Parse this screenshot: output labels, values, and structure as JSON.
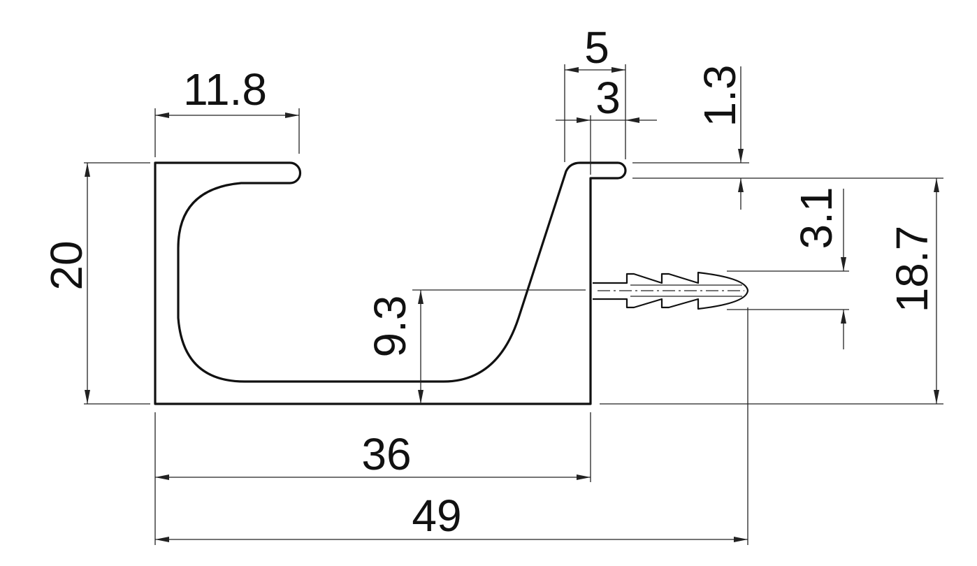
{
  "drawing": {
    "title": "Aluminium handle profile cross-section",
    "line_color": "#111111",
    "background": "#ffffff",
    "dimensions": {
      "top_lip_width": "11.8",
      "right_lip_total": "5",
      "right_lip_inner": "3",
      "lip_thickness": "1.3",
      "overall_height": "20",
      "inner_depth": "9.3",
      "fastener_height": "3.1",
      "right_height": "18.7",
      "body_width": "36",
      "overall_width": "49"
    }
  }
}
